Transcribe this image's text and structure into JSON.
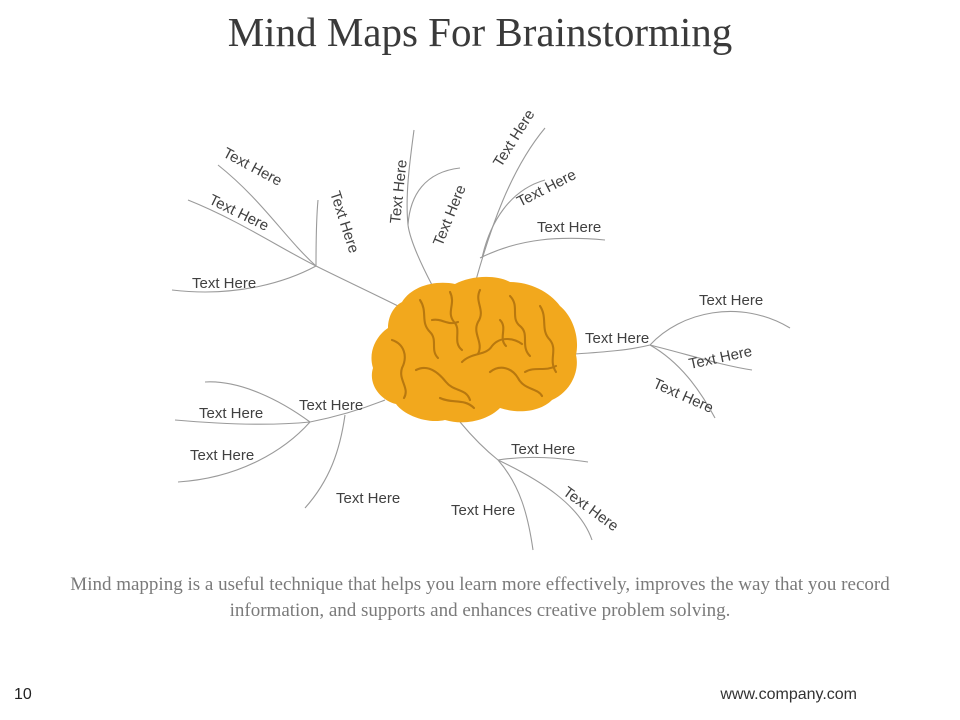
{
  "slide": {
    "title": "Mind Maps For Brainstorming",
    "caption": "Mind mapping is a useful technique that helps you learn more effectively, improves the way that you record information, and supports and enhances creative problem solving.",
    "page_number": "10",
    "footer_url": "www.company.com"
  },
  "mindmap": {
    "labels": [
      "Text Here",
      "Text Here",
      "Text Here",
      "Text Here",
      "Text Here",
      "Text Here",
      "Text Here",
      "Text Here",
      "Text Here",
      "Text Here",
      "Text Here",
      "Text Here",
      "Text Here",
      "Text Here",
      "Text Here",
      "Text Here",
      "Text Here",
      "Text Here",
      "Text Here"
    ],
    "colors": {
      "brain": "#f2a81d",
      "brain_folds": "#b8780f",
      "branches": "#9a9a9a"
    }
  }
}
